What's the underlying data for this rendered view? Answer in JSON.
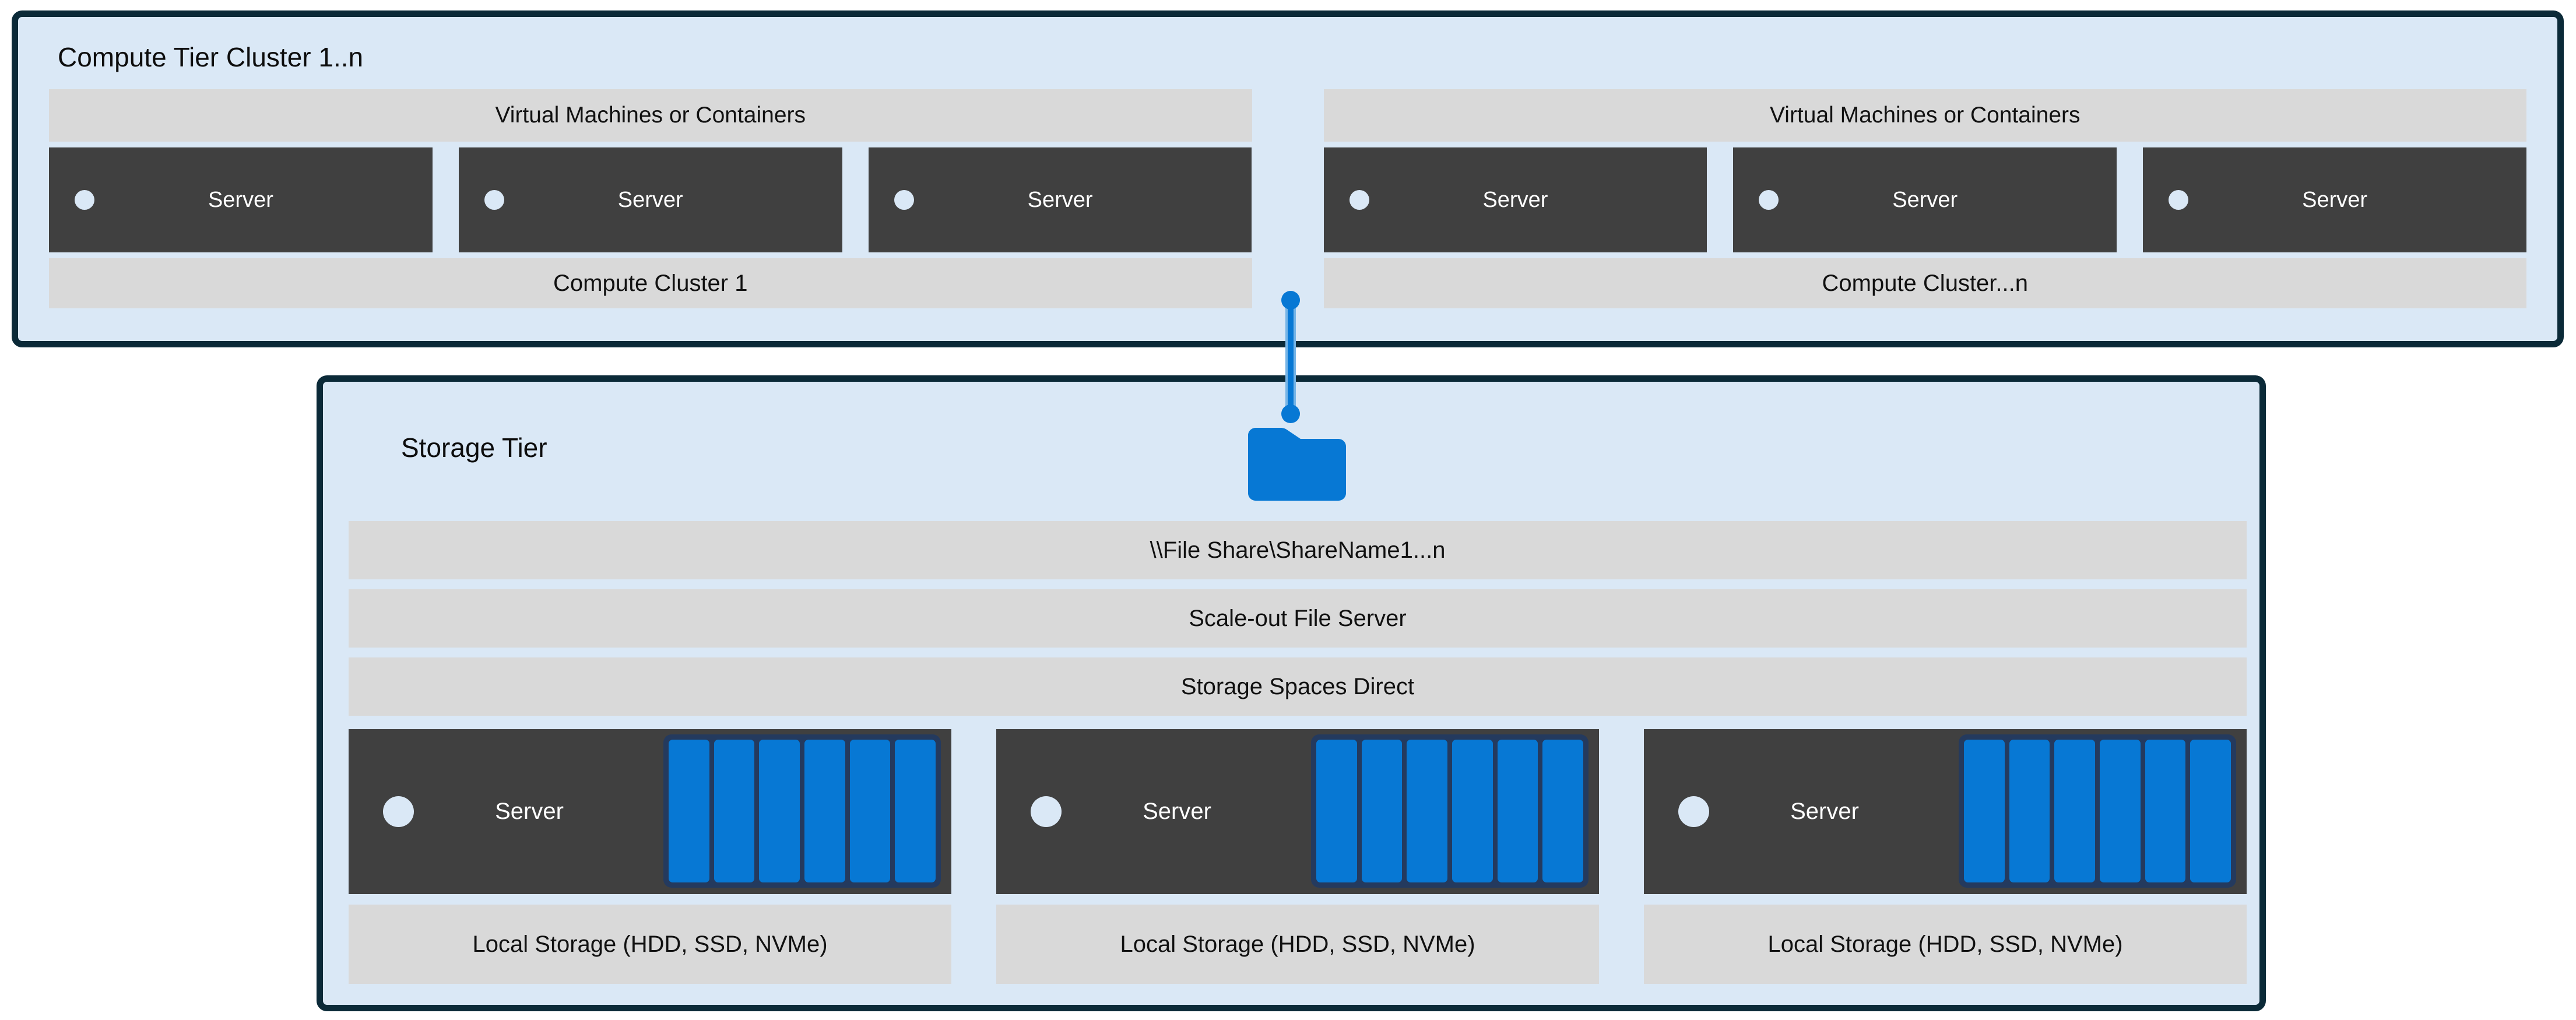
{
  "colors": {
    "accent_blue": "#0778D4",
    "panel_light_blue": "#DAE8F6",
    "outline_navy": "#0B2A38",
    "bar_gray": "#D9D9D9",
    "server_dark_gray": "#404040",
    "disk_outline_navy": "#243A5E",
    "server_text": "#FFFFFF",
    "text_dark": "#111111"
  },
  "compute_tier": {
    "title": "Compute Tier Cluster 1..n",
    "clusters": [
      {
        "vm_bar_label": "Virtual Machines or Containers",
        "servers": [
          "Server",
          "Server",
          "Server"
        ],
        "cluster_label": "Compute Cluster 1"
      },
      {
        "vm_bar_label": "Virtual Machines or Containers",
        "servers": [
          "Server",
          "Server",
          "Server"
        ],
        "cluster_label": "Compute Cluster...n"
      }
    ]
  },
  "connector": {
    "icon": "folder-icon",
    "style": "vertical line with endpoint dots"
  },
  "storage_tier": {
    "title": "Storage Tier",
    "file_share_label": "\\\\File Share\\ShareName1...n",
    "scale_out_label": "Scale-out File Server",
    "spaces_direct_label": "Storage Spaces Direct",
    "servers": [
      {
        "label": "Server",
        "disk_count": 6,
        "local_storage_label": "Local Storage (HDD, SSD, NVMe)"
      },
      {
        "label": "Server",
        "disk_count": 6,
        "local_storage_label": "Local Storage (HDD, SSD, NVMe)"
      },
      {
        "label": "Server",
        "disk_count": 6,
        "local_storage_label": "Local Storage (HDD, SSD, NVMe)"
      }
    ]
  }
}
